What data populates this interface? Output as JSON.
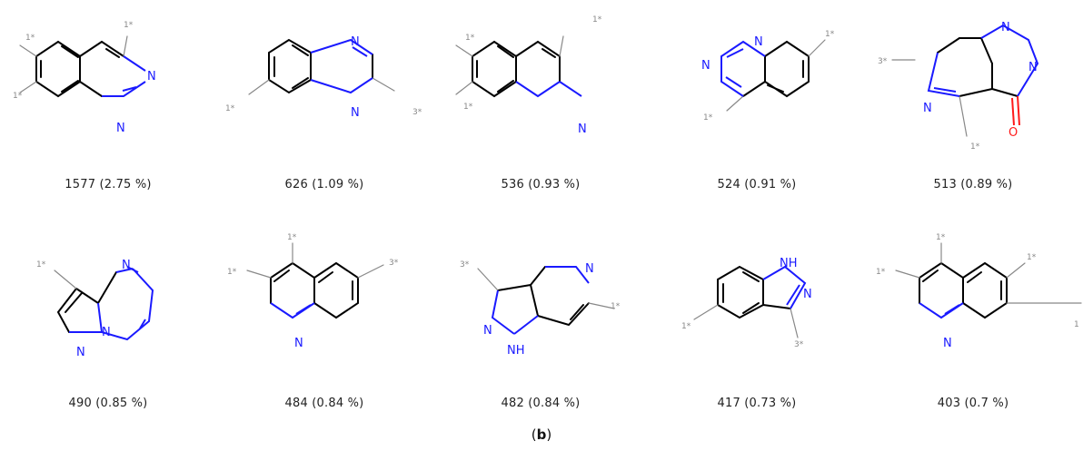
{
  "panel_label": "b",
  "molecules": [
    {
      "caption": "1577 (2.75 %)",
      "atom_labels": [
        "1*",
        "1*",
        "1*",
        "N",
        "N"
      ]
    },
    {
      "caption": "626 (1.09 %)",
      "atom_labels": [
        "N",
        "N",
        "1*",
        "3*"
      ]
    },
    {
      "caption": "536 (0.93 %)",
      "atom_labels": [
        "1*",
        "1*",
        "1*",
        "N"
      ]
    },
    {
      "caption": "524 (0.91 %)",
      "atom_labels": [
        "N",
        "N",
        "1*",
        "1*"
      ]
    },
    {
      "caption": "513 (0.89 %)",
      "atom_labels": [
        "3*",
        "N",
        "N",
        "N",
        "O",
        "1*"
      ]
    },
    {
      "caption": "490 (0.85 %)",
      "atom_labels": [
        "1*",
        "N",
        "N",
        "N"
      ]
    },
    {
      "caption": "484 (0.84 %)",
      "atom_labels": [
        "1*",
        "1*",
        "3*",
        "N"
      ]
    },
    {
      "caption": "482 (0.84 %)",
      "atom_labels": [
        "3*",
        "N",
        "N",
        "NH",
        "1*"
      ]
    },
    {
      "caption": "417 (0.73 %)",
      "atom_labels": [
        "NH",
        "N",
        "1*",
        "3*"
      ]
    },
    {
      "caption": "403 (0.7 %)",
      "atom_labels": [
        "1*",
        "1*",
        "1*",
        "1",
        "N"
      ]
    }
  ]
}
